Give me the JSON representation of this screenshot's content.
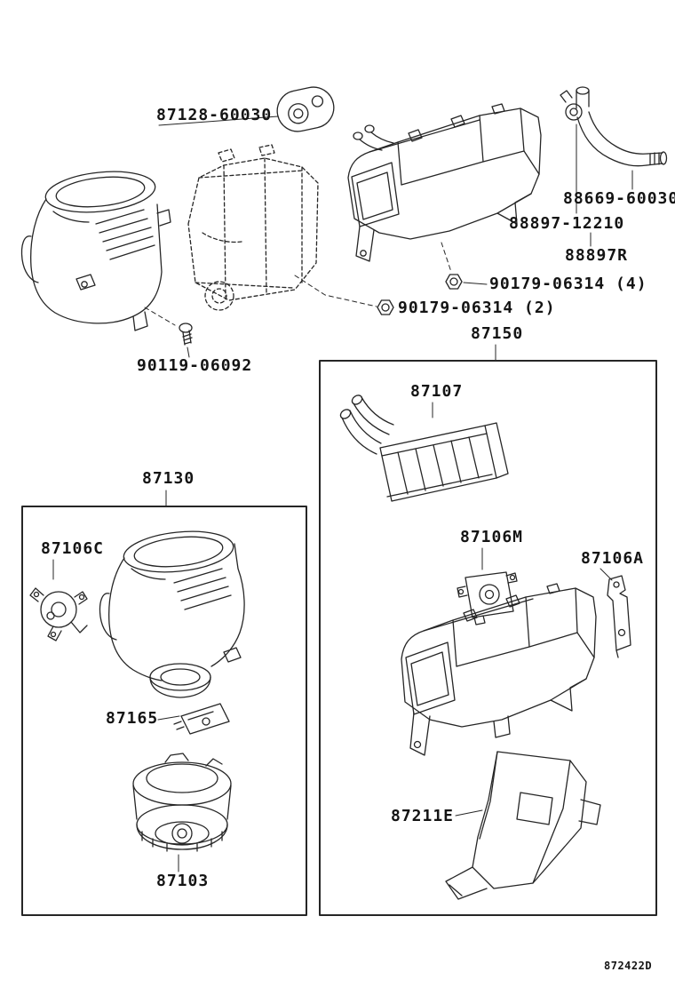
{
  "diagram": {
    "footer_code": "872422D",
    "background": "#ffffff",
    "ink": "#1f1f1f"
  },
  "labels": {
    "grommet": {
      "text": "87128-60030"
    },
    "hose": {
      "text": "88669-60030"
    },
    "clamp": {
      "text": "88897-12210"
    },
    "clamp_bracket": {
      "text": "88897R"
    },
    "nut_x4": {
      "text": "90179-06314 (4)"
    },
    "nut_x2": {
      "text": "90179-06314 (2)"
    },
    "assembly_right": {
      "text": "87150"
    },
    "bolt": {
      "text": "90119-06092"
    },
    "heater_core": {
      "text": "87107"
    },
    "assembly_left": {
      "text": "87130"
    },
    "servo_c": {
      "text": "87106C"
    },
    "servo_m": {
      "text": "87106M"
    },
    "bracket_a": {
      "text": "87106A"
    },
    "resistor": {
      "text": "87165"
    },
    "blower_motor": {
      "text": "87103"
    },
    "floor_duct": {
      "text": "87211E"
    }
  }
}
